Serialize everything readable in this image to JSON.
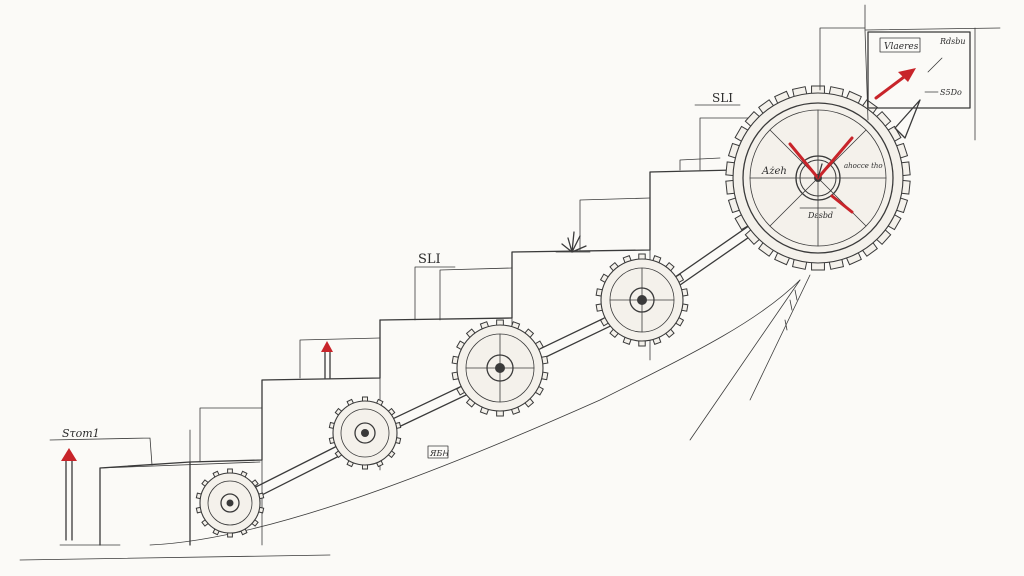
{
  "labels": {
    "left_label": "Sτom1",
    "mid_label": "SLI",
    "top_label": "SLI",
    "small_box": "ЯБᎻ",
    "gauge_left": "Ażeh",
    "gauge_right": "ahocce tho",
    "gauge_bottom": "Dεsbd",
    "sign_title": "Vlaeres",
    "sign_top_right": "Rdsbu",
    "sign_bottom_right": "S5Do"
  },
  "colors": {
    "ink": "#3a3a3a",
    "paper": "#fbfaf7",
    "accent": "#c8242a"
  },
  "icons": [
    "gear-icon",
    "arrow-up-icon",
    "plant-icon",
    "gauge-icon",
    "red-arrow-icon"
  ]
}
